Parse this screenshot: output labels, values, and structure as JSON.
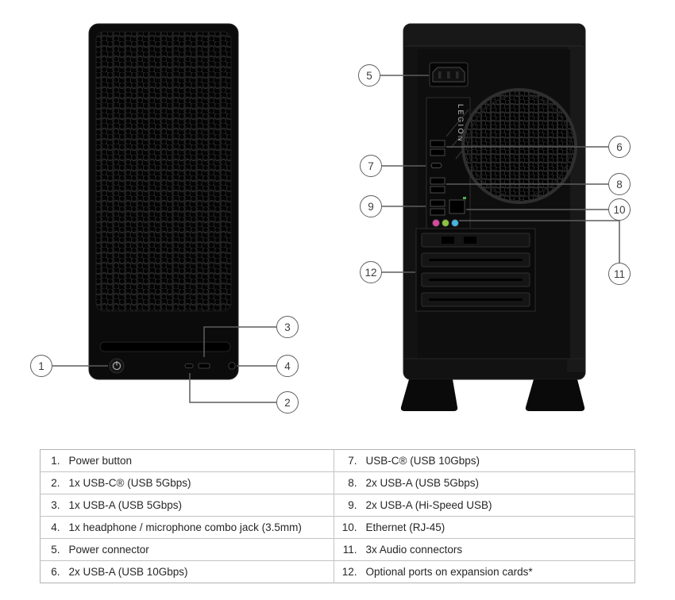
{
  "device": {
    "rear_logo": "LEGION"
  },
  "callouts": [
    "1",
    "2",
    "3",
    "4",
    "5",
    "6",
    "7",
    "8",
    "9",
    "10",
    "11",
    "12"
  ],
  "colors": {
    "audio_mic": "#d84a9a",
    "audio_out": "#8bc53f",
    "audio_in": "#45b6e6",
    "ethernet_led": "#4caf50"
  },
  "table": {
    "rows": [
      {
        "ln": "1.",
        "lt": "Power button",
        "rn": "7.",
        "rt": "USB-C® (USB 10Gbps)"
      },
      {
        "ln": "2.",
        "lt": "1x USB-C® (USB 5Gbps)",
        "rn": "8.",
        "rt": "2x USB-A (USB 5Gbps)"
      },
      {
        "ln": "3.",
        "lt": "1x USB-A (USB 5Gbps)",
        "rn": "9.",
        "rt": "2x USB-A (Hi-Speed USB)"
      },
      {
        "ln": "4.",
        "lt": "1x headphone / microphone combo jack (3.5mm)",
        "rn": "10.",
        "rt": "Ethernet (RJ-45)"
      },
      {
        "ln": "5.",
        "lt": "Power connector",
        "rn": "11.",
        "rt": "3x Audio connectors"
      },
      {
        "ln": "6.",
        "lt": "2x USB-A (USB 10Gbps)",
        "rn": "12.",
        "rt": "Optional ports on expansion cards*"
      }
    ]
  }
}
